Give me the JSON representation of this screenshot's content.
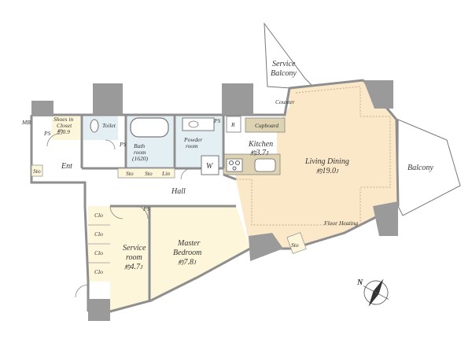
{
  "rooms": {
    "living_dining": {
      "name": "Living Dining",
      "area": "19.0",
      "feature": "Floor Heating"
    },
    "kitchen": {
      "name": "Kitchen",
      "area": "3.7"
    },
    "master_bedroom": {
      "name_line1": "Master",
      "name_line2": "Bedroom",
      "area": "7.8"
    },
    "service_room": {
      "name_line1": "Service",
      "name_line2": "room",
      "area": "4.7"
    },
    "bathroom": {
      "name_line1": "Bath",
      "name_line2": "room",
      "size": "(1620)"
    },
    "powder_room": {
      "name_line1": "Powder",
      "name_line2": "room"
    },
    "toilet": {
      "name": "Toilet"
    },
    "shoes_closet": {
      "name_line1": "Shoes in",
      "name_line2": "Closet",
      "area": "0.9"
    },
    "hall": {
      "name": "Hall"
    },
    "entrance": {
      "name": "Ent"
    },
    "balcony": {
      "name": "Balcony"
    },
    "service_balcony": {
      "name_line1": "Service",
      "name_line2": "Balcony"
    }
  },
  "fixtures": {
    "cupboard": "Cupboard",
    "counter": "Counter",
    "refrigerator": "R",
    "washer": "W",
    "pipe_space": "PS",
    "meter_box": "MB",
    "storage": "Sto",
    "linen": "Lin",
    "closet": "Clo"
  },
  "area_prefix": "約",
  "area_unit": "J",
  "compass": {
    "label": "N"
  },
  "colors": {
    "living": "#fbe8c9",
    "bedroom": "#fdf6da",
    "wet_area": "#e4eff4",
    "kitchen_counter": "#ddd2b2",
    "wall": "#8e8e8e",
    "column": "#9a9a9a"
  }
}
